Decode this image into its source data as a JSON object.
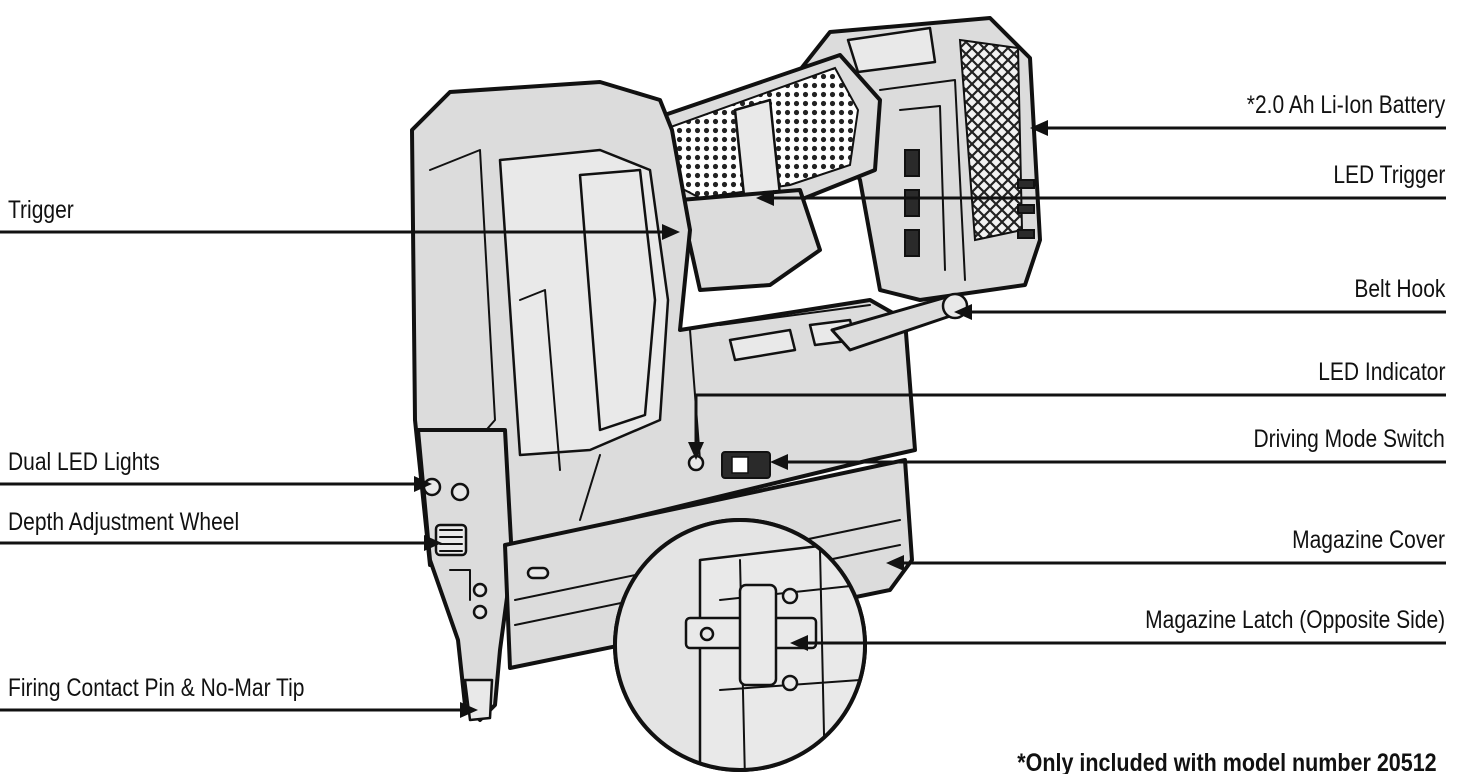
{
  "labels_left": [
    {
      "id": "trigger",
      "text": "Trigger"
    },
    {
      "id": "dual-led-lights",
      "text": "Dual LED Lights"
    },
    {
      "id": "depth-adjustment-wheel",
      "text": "Depth Adjustment Wheel"
    },
    {
      "id": "firing-contact-pin",
      "text": "Firing Contact Pin & No-Mar Tip"
    }
  ],
  "labels_right": [
    {
      "id": "battery",
      "text": "*2.0 Ah Li-Ion Battery"
    },
    {
      "id": "led-trigger",
      "text": "LED Trigger"
    },
    {
      "id": "belt-hook",
      "text": "Belt Hook"
    },
    {
      "id": "led-indicator",
      "text": "LED Indicator"
    },
    {
      "id": "driving-mode-switch",
      "text": "Driving Mode Switch"
    },
    {
      "id": "magazine-cover",
      "text": "Magazine Cover"
    },
    {
      "id": "magazine-latch",
      "text": "Magazine Latch (Opposite Side)"
    }
  ],
  "footnote": "*Only included with model number 20512"
}
